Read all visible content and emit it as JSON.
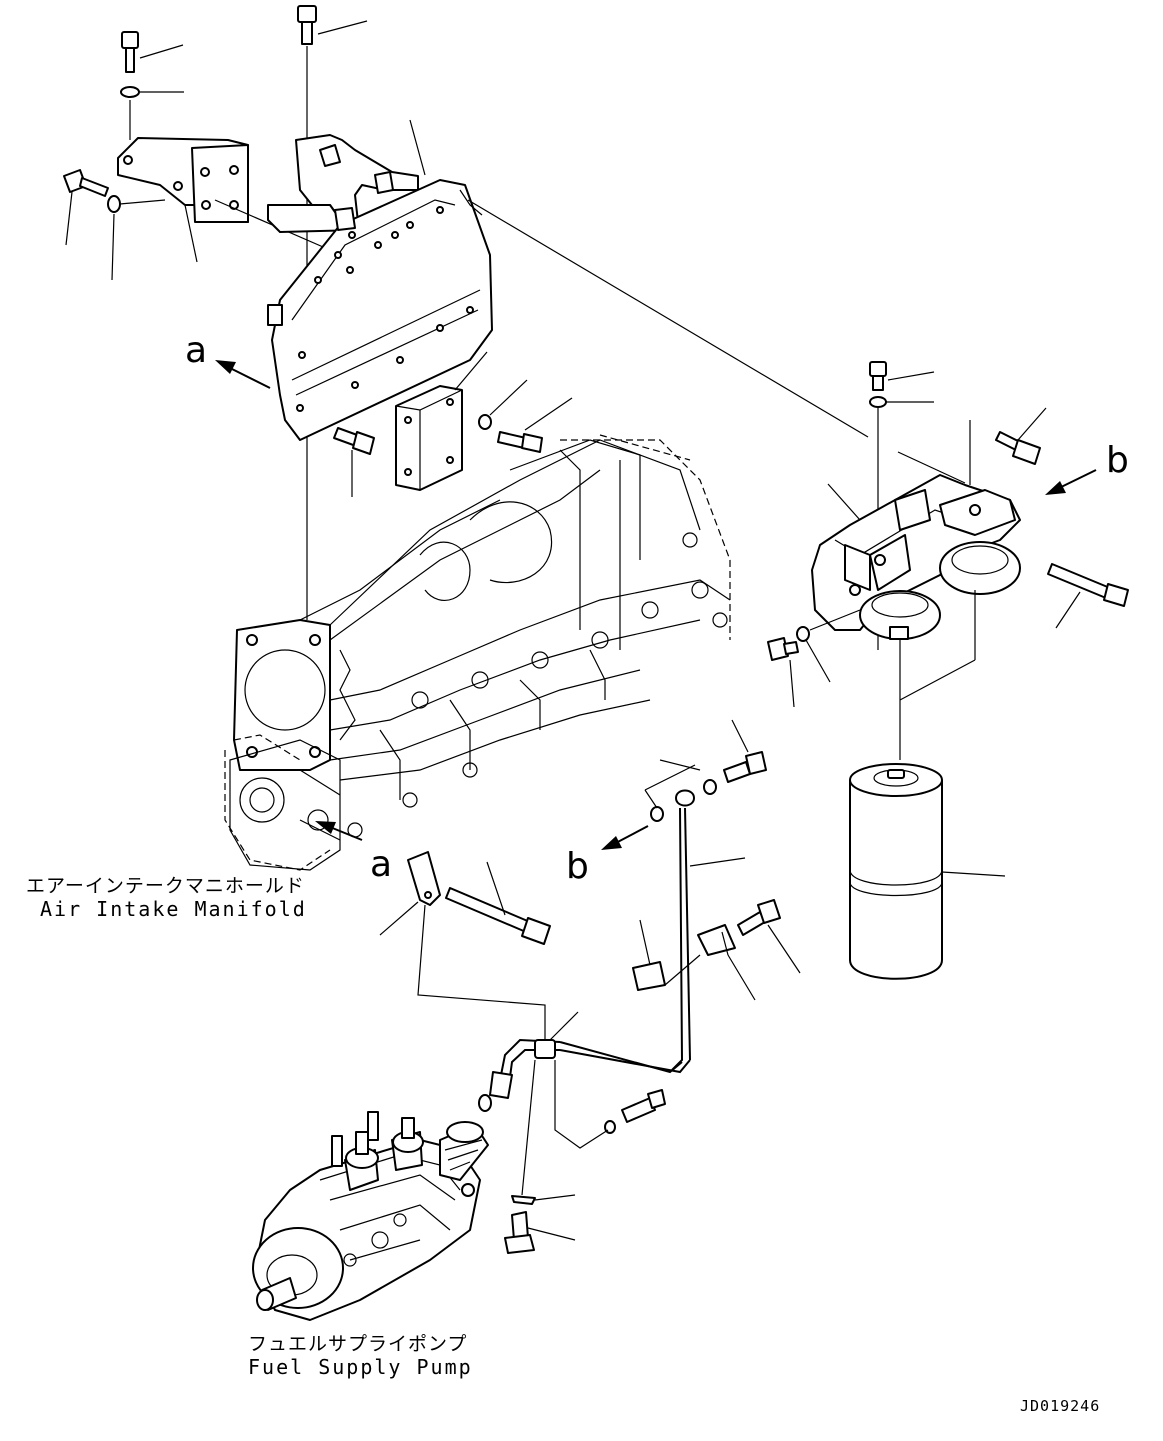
{
  "labels": {
    "manifold_jp": "エアーインテークマニホールド",
    "manifold_en": "Air Intake Manifold",
    "pump_jp": "フュエルサプライポンプ",
    "pump_en": "Fuel Supply Pump",
    "drawing_id": "JD019246"
  },
  "view_arrows": {
    "a1": "a",
    "a2": "a",
    "b1": "b",
    "b2": "b"
  }
}
